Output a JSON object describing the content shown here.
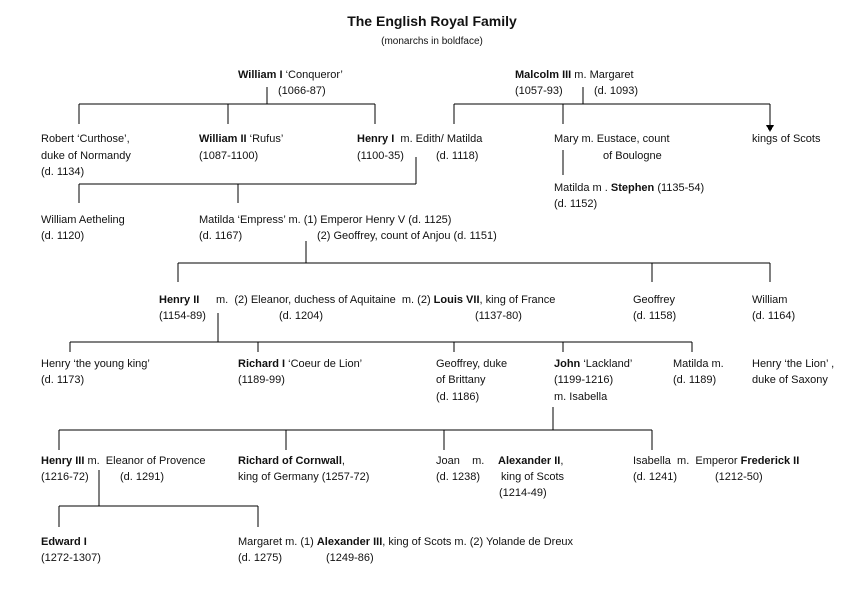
{
  "title": "The English Royal Family",
  "subtitle": "(monarchs in boldface)",
  "william1": {
    "name": "William I",
    "epithet": " ‘Conqueror’",
    "reign": "(1066-87)"
  },
  "malcolm": {
    "name": "Malcolm III",
    "spouse": " m. Margaret",
    "reign": "(1057-93)",
    "spouse_death": "(d. 1093)"
  },
  "robert": {
    "l1": "Robert ‘Curthose’,",
    "l2": "duke of Normandy",
    "l3": "(d. 1134)"
  },
  "william2": {
    "name": "William II",
    "epithet": " ‘Rufus’",
    "reign": "(1087-1100)"
  },
  "henry1": {
    "name": "Henry I",
    "spouse": "  m. Edith/ Matilda",
    "reign": "(1100-35)",
    "spouse_death": "(d. 1118)"
  },
  "mary": {
    "l1": "Mary m. Eustace, count",
    "l2": "of Boulogne"
  },
  "kings_of_scots": "kings of Scots",
  "matilda_stephen": {
    "pre": "Matilda m . ",
    "name": "Stephen",
    "reign": " (1135-54)",
    "death": "(d. 1152)"
  },
  "william_aetheling": {
    "l1": "William Aetheling",
    "l2": "(d. 1120)"
  },
  "matilda_empress": {
    "l1": "Matilda ‘Empress’ m. (1) Emperor Henry V (d. 1125)",
    "death": "(d. 1167)",
    "l2": "(2) Geoffrey, count of Anjou (d. 1151)"
  },
  "henry2": {
    "name": "Henry II",
    "mid": "m.  (2) Eleanor, duchess of Aquitaine  m. (2) ",
    "louis": "Louis VII",
    "louis_title": ", king of France",
    "reign": "(1154-89)",
    "eleanor_death": "(d. 1204)",
    "louis_reign": "(1137-80)"
  },
  "geoffrey": {
    "l1": "Geoffrey",
    "l2": "(d. 1158)"
  },
  "william_b": {
    "l1": "William",
    "l2": "(d. 1164)"
  },
  "henry_young": {
    "l1": "Henry ‘the young king’",
    "l2": "(d. 1173)"
  },
  "richard1": {
    "name": "Richard I",
    "epithet": " ‘Coeur de Lion’",
    "reign": "(1189-99)"
  },
  "geoffrey_brittany": {
    "l1": "Geoffrey, duke",
    "l2": "of Brittany",
    "l3": "(d. 1186)"
  },
  "john": {
    "name": "John",
    "epithet": " ‘Lackland’",
    "reign": "(1199-1216)",
    "spouse": "m. Isabella"
  },
  "matilda_m": {
    "l1": "Matilda m.",
    "l2": "(d. 1189)"
  },
  "henry_lion": {
    "l1": "Henry ‘the Lion’ ,",
    "l2": "duke of Saxony"
  },
  "henry3": {
    "name": "Henry III",
    "spouse": " m.  Eleanor of Provence",
    "reign": "(1216-72)",
    "spouse_death": "(d. 1291)"
  },
  "richard_cornwall": {
    "name": "Richard of Cornwall",
    "comma": ",",
    "l2": "king of Germany (1257-72)"
  },
  "joan": {
    "l1": "Joan    m.",
    "l2": "(d. 1238)"
  },
  "alexander2": {
    "name": "Alexander II",
    "comma": ",",
    "l2": " king of Scots",
    "l3": "(1214-49)"
  },
  "isabella": {
    "pre": "Isabella  m.  Emperor ",
    "name": "Frederick II",
    "death": "(d. 1241)",
    "reign": "(1212-50)"
  },
  "edward1": {
    "name": "Edward I",
    "reign": "(1272-1307)"
  },
  "margaret": {
    "pre": "Margaret m. (1) ",
    "name": "Alexander III",
    "post": ", king of Scots m. (2) Yolande de Dreux",
    "death": "(d. 1275)",
    "reign": "(1249-86)"
  }
}
